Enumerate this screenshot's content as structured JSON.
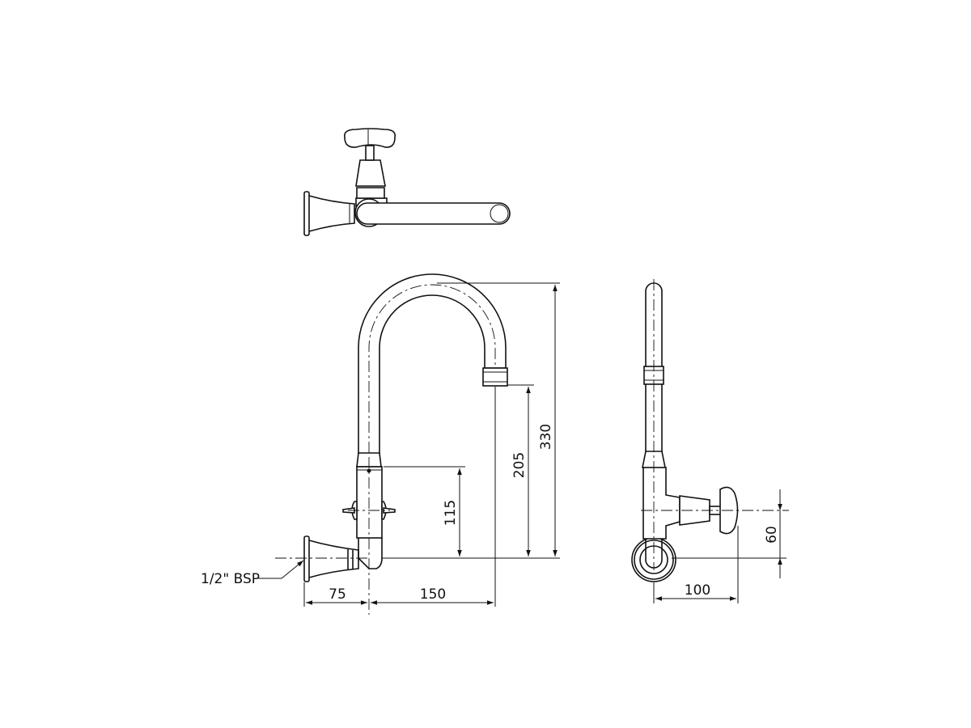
{
  "drawing": {
    "callout": "1/2\" BSP",
    "dimensions": {
      "overall_height": "330",
      "outlet_height": "205",
      "valve_height": "115",
      "projection_flange": "75",
      "spout_reach": "150",
      "side_handle_height": "60",
      "side_handle_reach": "100"
    },
    "views": [
      "top-view",
      "front-view",
      "side-view"
    ]
  }
}
